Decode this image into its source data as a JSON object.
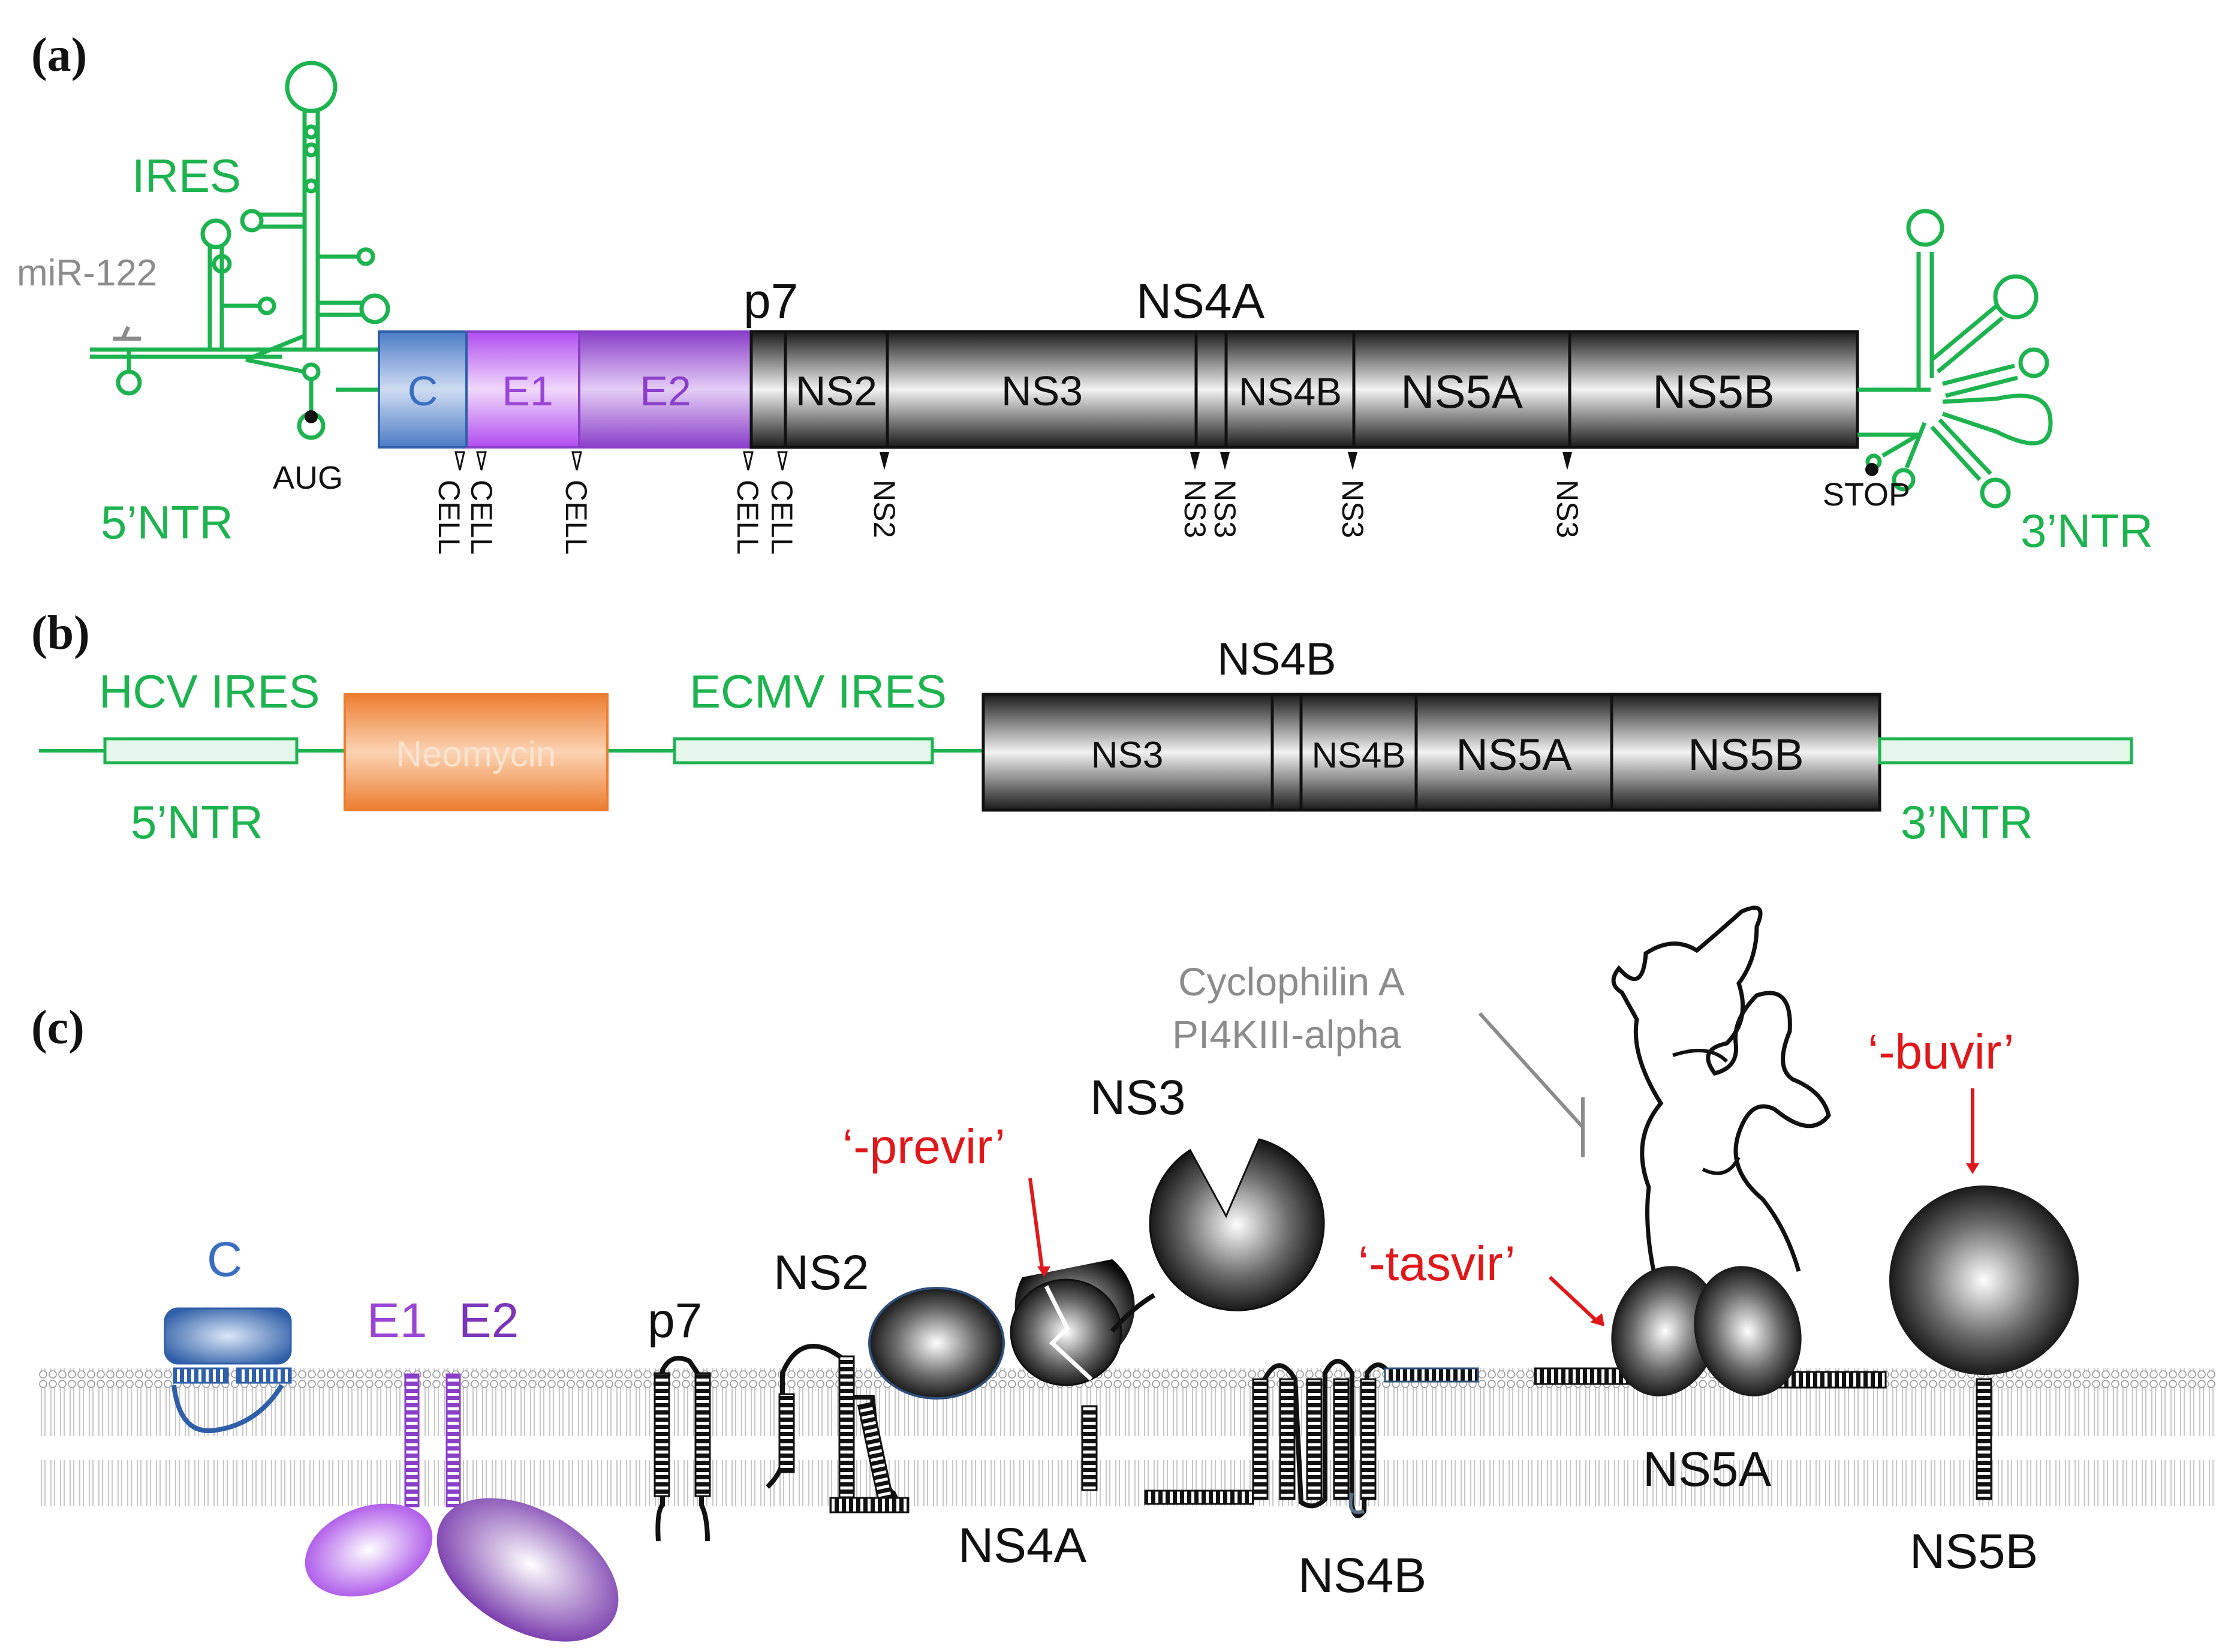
{
  "panels": {
    "a": "(a)",
    "b": "(b)",
    "c": "(c)"
  },
  "colors": {
    "green": "#1db34f",
    "gray": "#8c8c8c",
    "red": "#e0181b",
    "blue": "#3a6fc0",
    "purple": "#9a45d6",
    "orange": "#ed7d31",
    "black": "#111111"
  },
  "panel_a": {
    "ires": "IRES",
    "mir": "miR-122",
    "aug": "AUG",
    "ntr5": "5’NTR",
    "ntr3": "3’NTR",
    "stop": "STOP",
    "p7": "p7",
    "ns4a": "NS4A",
    "segments": {
      "c": "C",
      "e1": "E1",
      "e2": "E2",
      "ns2": "NS2",
      "ns3": "NS3",
      "ns4b": "NS4B",
      "ns5a": "NS5A",
      "ns5b": "NS5B"
    },
    "cleavage": {
      "cell": "CELL",
      "ns2": "NS2",
      "ns3": "NS3"
    }
  },
  "panel_b": {
    "hcv_ires": "HCV IRES",
    "ecmv_ires": "ECMV IRES",
    "ntr5": "5’NTR",
    "ntr3": "3’NTR",
    "neomycin": "Neomycin",
    "ns4b_top": "NS4B",
    "segments": {
      "ns3": "NS3",
      "ns4b": "NS4B",
      "ns5a": "NS5A",
      "ns5b": "NS5B"
    }
  },
  "panel_c": {
    "c": "C",
    "e1": "E1",
    "e2": "E2",
    "p7": "p7",
    "ns2": "NS2",
    "ns3": "NS3",
    "ns4a": "NS4A",
    "ns4b": "NS4B",
    "ns5a": "NS5A",
    "ns5b": "NS5B",
    "previr": "‘-previr’",
    "tasvir": "‘-tasvir’",
    "buvir": "‘-buvir’",
    "cyclophilin": "Cyclophilin A",
    "pi4k": "PI4KIII-alpha"
  }
}
